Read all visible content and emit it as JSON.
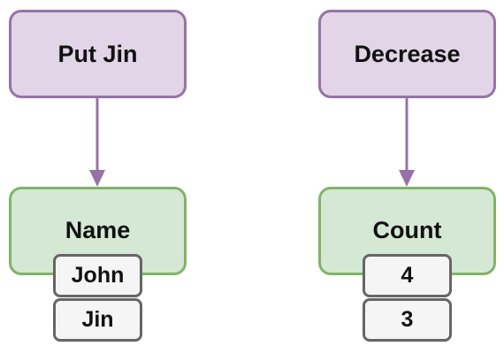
{
  "left": {
    "action_label": "Put Jin",
    "store_label": "Name",
    "items": [
      "John",
      "Jin"
    ]
  },
  "right": {
    "action_label": "Decrease",
    "store_label": "Count",
    "items": [
      "4",
      "3"
    ]
  },
  "colors": {
    "action_fill": "#e1d5e7",
    "action_stroke": "#9673a6",
    "store_fill": "#d5e8d4",
    "store_stroke": "#82b366",
    "cell_fill": "#f5f5f5",
    "cell_stroke": "#666666"
  }
}
